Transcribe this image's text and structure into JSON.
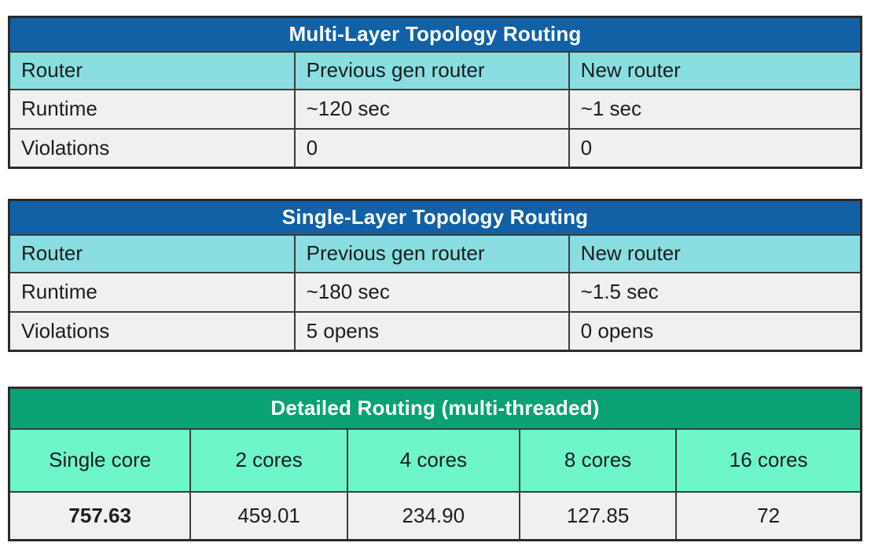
{
  "colors": {
    "blue_header_bg": "#1261a7",
    "cyan_subheader_bg": "#8adee2",
    "green_header_bg": "#0aa274",
    "mint_subheader_bg": "#6ff5ca",
    "data_row_bg": "#f0f0ef",
    "border": "#3c3c3c",
    "header_text": "#ffffff",
    "body_text": "#1d1d1d"
  },
  "tables": [
    {
      "title": "Multi-Layer Topology Routing",
      "theme": "blue",
      "header_row": [
        "Router",
        "Previous gen router",
        "New router"
      ],
      "rows": [
        [
          "Runtime",
          "~120 sec",
          "~1 sec"
        ],
        [
          "Violations",
          "0",
          "0"
        ]
      ]
    },
    {
      "title": "Single-Layer Topology Routing",
      "theme": "blue",
      "header_row": [
        "Router",
        "Previous gen router",
        "New router"
      ],
      "rows": [
        [
          "Runtime",
          "~180 sec",
          "~1.5 sec"
        ],
        [
          "Violations",
          "5 opens",
          "0 opens"
        ]
      ]
    },
    {
      "title": "Detailed Routing (multi-threaded)",
      "theme": "green",
      "header_row": [
        "Single core",
        "2 cores",
        "4 cores",
        "8 cores",
        "16 cores"
      ],
      "rows": [
        [
          "757.63",
          "459.01",
          "234.90",
          "127.85",
          "72"
        ]
      ]
    }
  ]
}
